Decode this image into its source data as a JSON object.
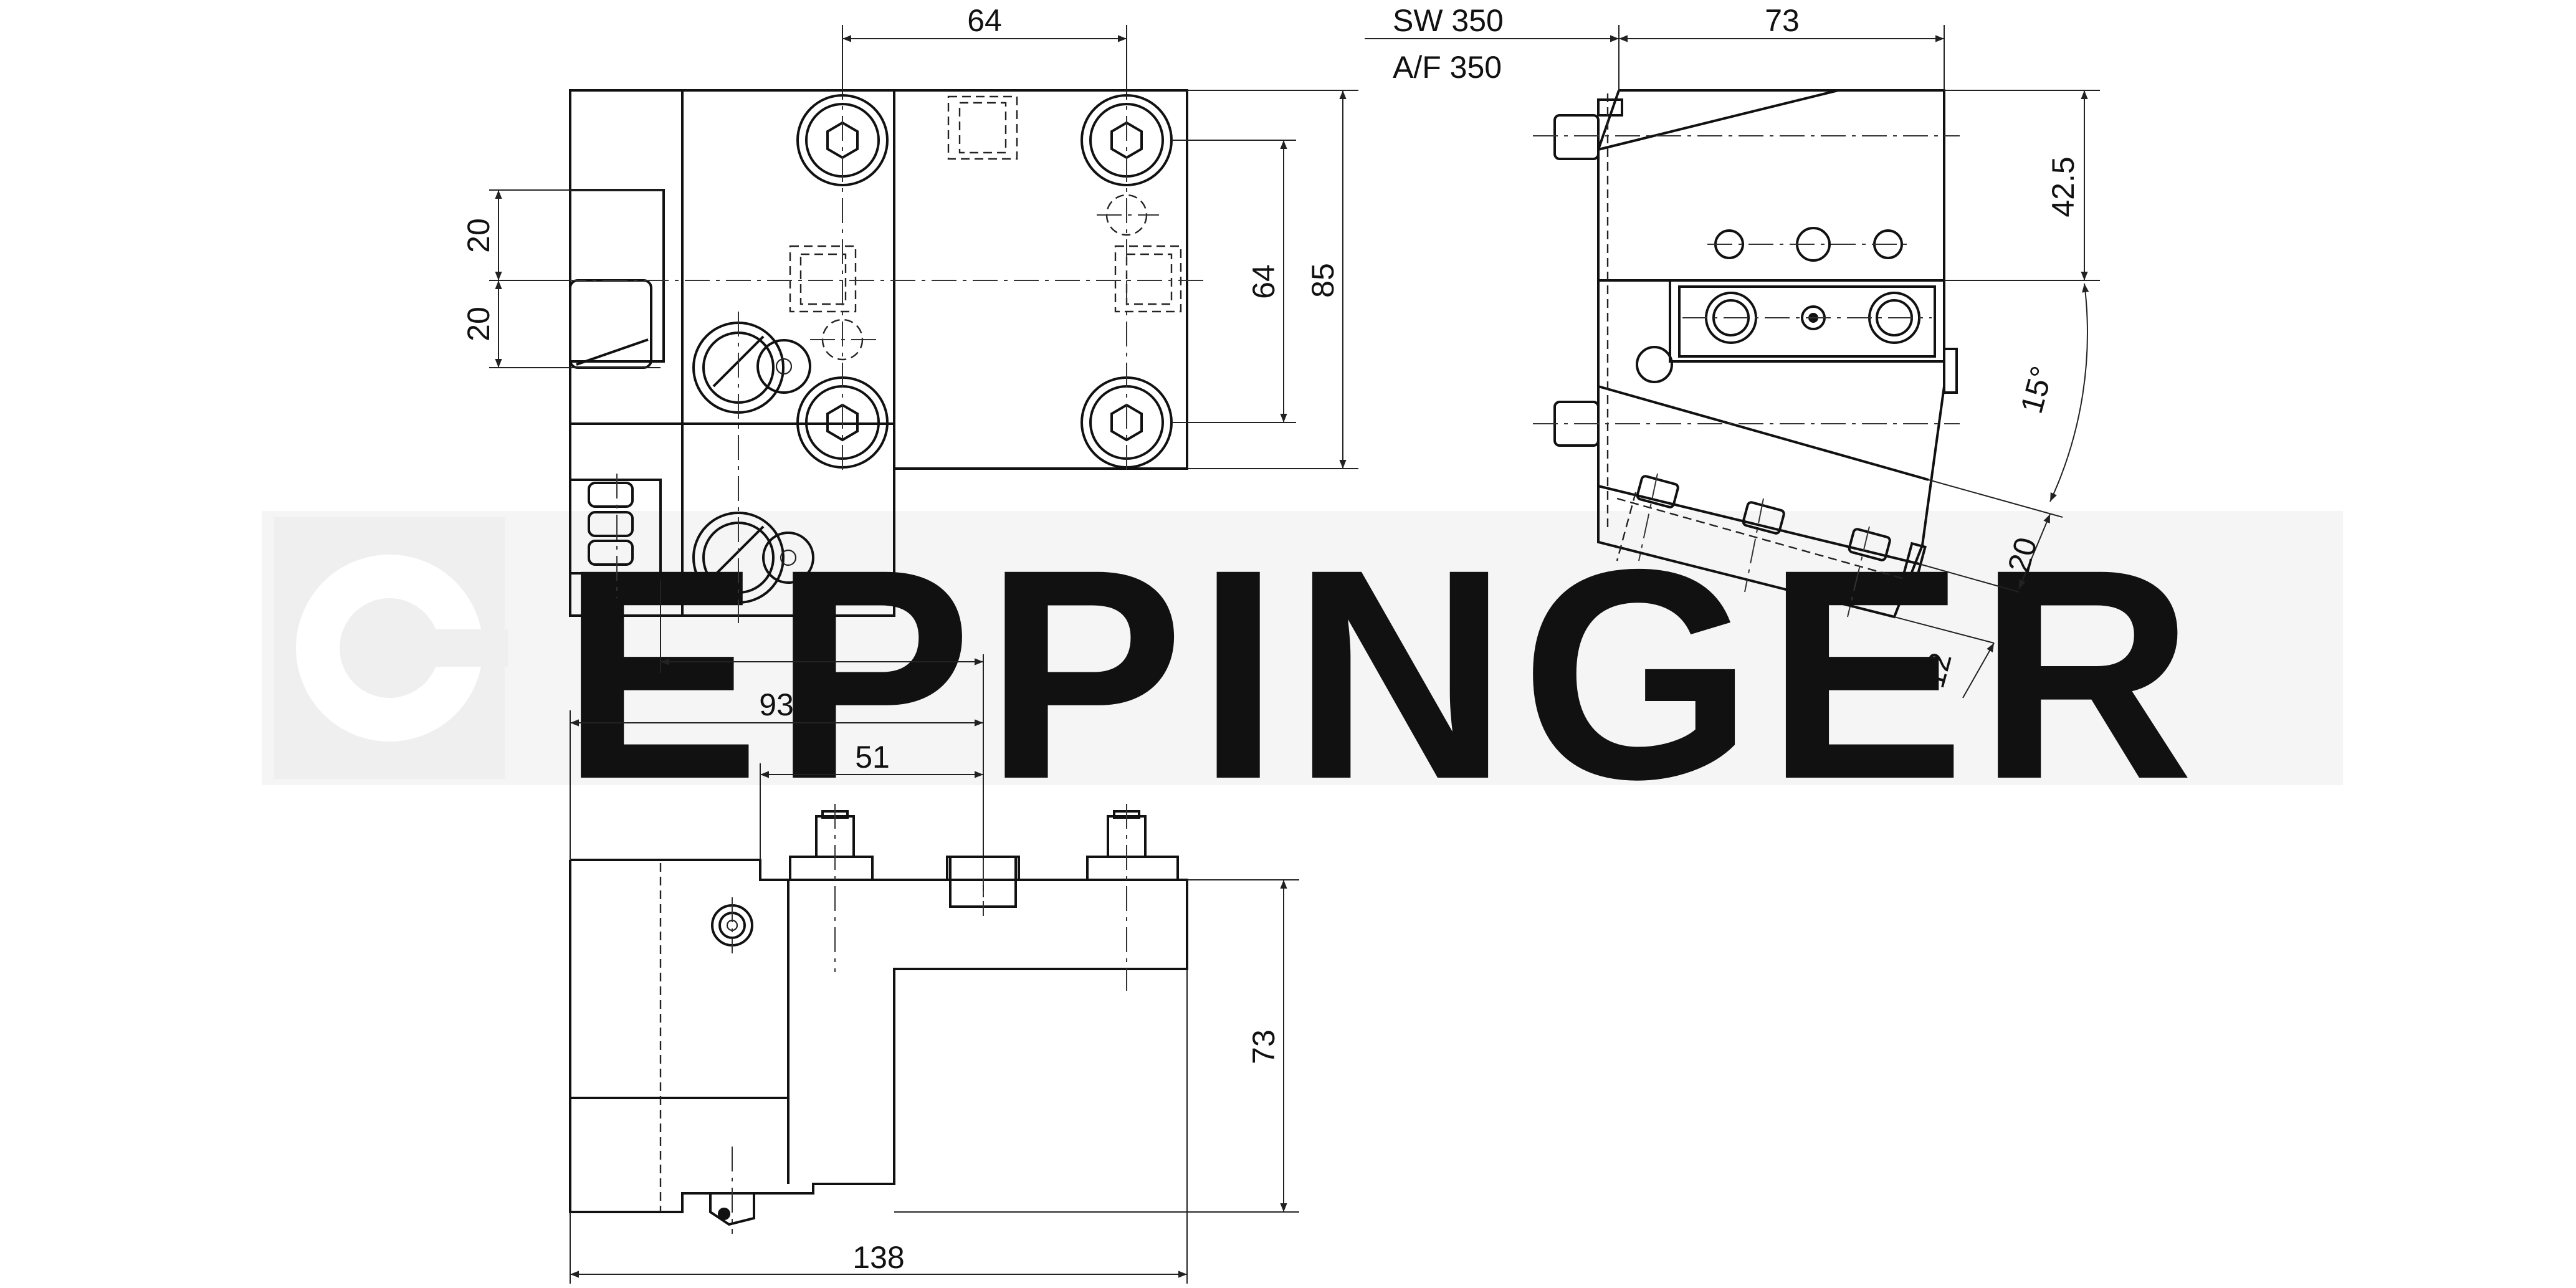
{
  "watermark": {
    "text": "EPPINGER",
    "color": "#efefef"
  },
  "dimensions": {
    "top_width": "64",
    "front_height_outer": "85",
    "front_height_inner": "64",
    "left_pitch_upper": "20",
    "left_pitch_lower": "20",
    "bottom_view_73": "73",
    "side_width_73": "73",
    "side_height_42_5": "42.5",
    "side_angle": "15°",
    "side_offset_20": "20",
    "side_offset_12": "12",
    "wrench_sw": "SW 350",
    "wrench_af": "A/F 350",
    "width_93": "93",
    "width_51": "51",
    "total_138": "138",
    "height_73": "73"
  },
  "colors": {
    "line": "#111111",
    "background": "#ffffff",
    "watermark": "#efefef"
  }
}
